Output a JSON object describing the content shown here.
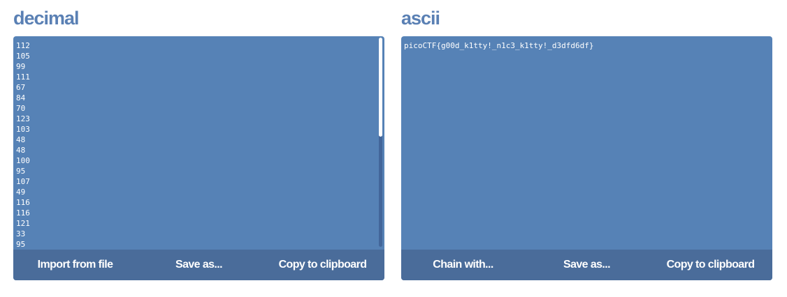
{
  "left_panel": {
    "title": "decimal",
    "lines": [
      "112",
      "105",
      "99",
      "111",
      "67",
      "84",
      "70",
      "123",
      "103",
      "48",
      "48",
      "100",
      "95",
      "107",
      "49",
      "116",
      "116",
      "121",
      "33",
      "95"
    ],
    "buttons": {
      "import": "Import from file",
      "save": "Save as...",
      "copy": "Copy to clipboard"
    }
  },
  "right_panel": {
    "title": "ascii",
    "text": "picoCTF{g00d_k1tty!_n1c3_k1tty!_d3dfd6df}",
    "buttons": {
      "chain": "Chain with...",
      "save": "Save as...",
      "copy": "Copy to clipboard"
    }
  },
  "colors": {
    "title": "#5a80b4",
    "box_background": "#5682b6",
    "toolbar_background": "#4a6c9a",
    "text": "#ffffff"
  }
}
